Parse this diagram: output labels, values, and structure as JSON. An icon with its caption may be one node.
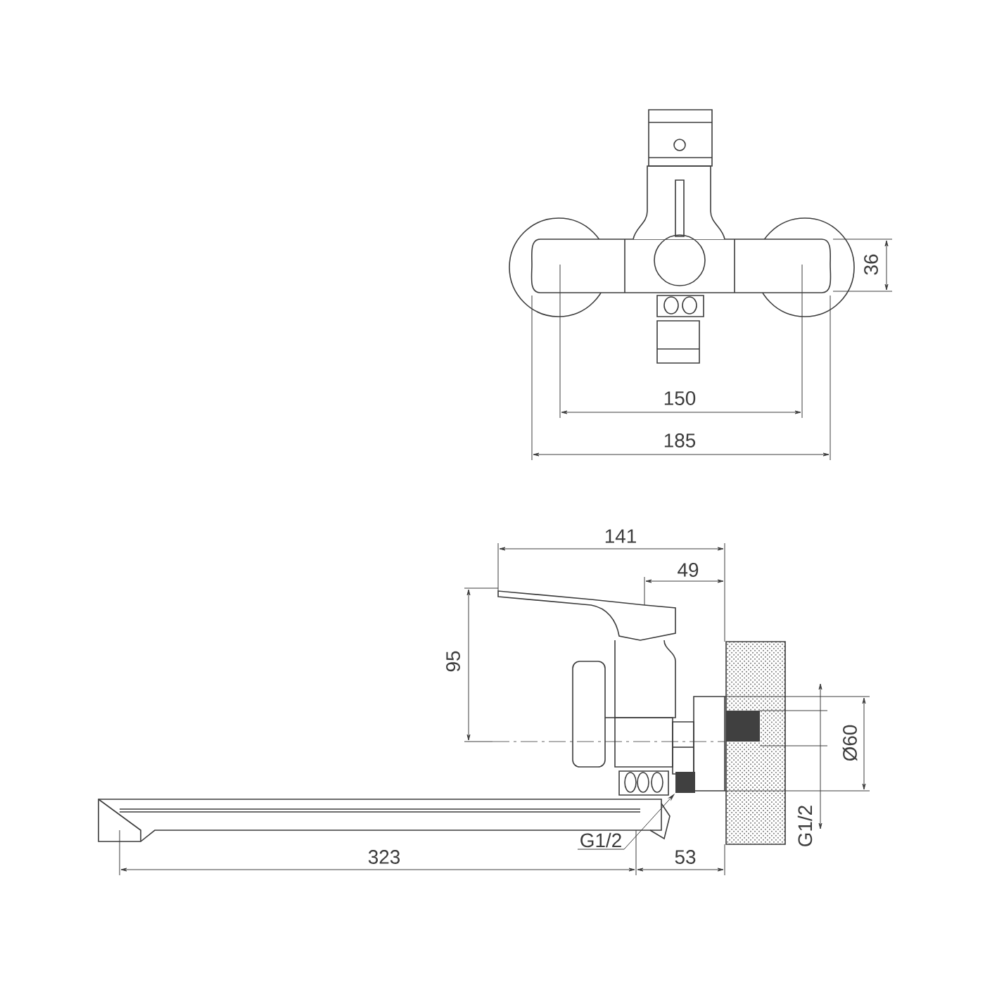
{
  "diagram": {
    "nodes": [
      {
        "text": [
          "G1/2"
        ]
      },
      {
        "text": [],
        "shape": "box"
      }
    ],
    "edges": [
      {
        "from": 0,
        "to": 1,
        "arrow": "to"
      }
    ],
    "labels": [
      "36",
      "150",
      "185",
      "141",
      "49",
      "95",
      "Ø60",
      "G1/2",
      "323",
      "53"
    ]
  }
}
